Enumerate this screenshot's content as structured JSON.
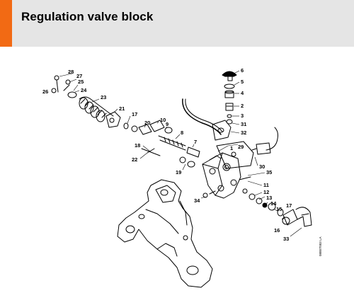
{
  "header": {
    "title": "Regulation valve block",
    "accent_color": "#f26a14",
    "background_color": "#e5e5e5"
  },
  "parts": [
    "1",
    "2",
    "3",
    "4",
    "5",
    "6",
    "7",
    "8",
    "9",
    "10",
    "11",
    "12",
    "13",
    "14",
    "15",
    "16",
    "17",
    "18",
    "19",
    "20",
    "21",
    "22",
    "23",
    "24",
    "25",
    "26",
    "27",
    "28",
    "29",
    "30",
    "31",
    "32",
    "33",
    "34",
    "35"
  ],
  "drawing_code": "088ET003 LA"
}
